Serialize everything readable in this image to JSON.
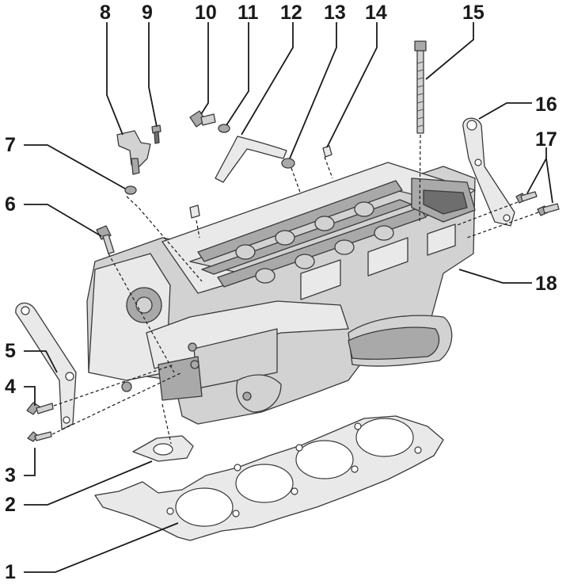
{
  "callouts": [
    "1",
    "2",
    "3",
    "4",
    "5",
    "6",
    "7",
    "8",
    "9",
    "10",
    "11",
    "12",
    "13",
    "14",
    "15",
    "16",
    "17",
    "18"
  ],
  "colors": {
    "ink": "#1a1a1a",
    "part_light": "#e9e9e9",
    "part_mid": "#d2d2d2",
    "part_dark": "#a9a9a9"
  }
}
